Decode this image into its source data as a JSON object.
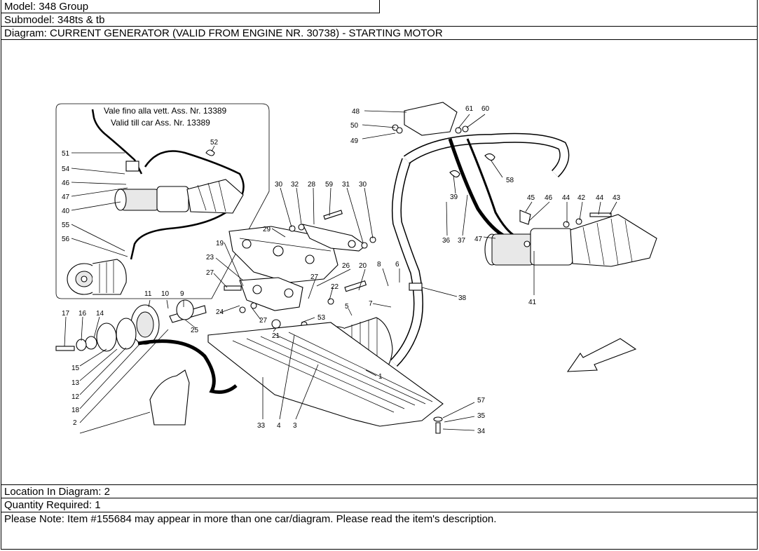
{
  "header": {
    "model": "Model: 348 Group",
    "submodel": "Submodel: 348ts & tb",
    "diagram": "Diagram: CURRENT GENERATOR (VALID FROM ENGINE NR. 30738) - STARTING MOTOR"
  },
  "inset_note": {
    "line1": "Vale fino alla vett. Ass. Nr. 13389",
    "line2": "Valid till car Ass. Nr. 13389"
  },
  "callouts": {
    "c1": "1",
    "c2": "2",
    "c3": "3",
    "c4": "4",
    "c5": "5",
    "c6": "6",
    "c7": "7",
    "c8": "8",
    "c9": "9",
    "c10": "10",
    "c11": "11",
    "c12": "12",
    "c13": "13",
    "c14": "14",
    "c15": "15",
    "c16": "16",
    "c17": "17",
    "c18": "18",
    "c19": "19",
    "c20": "20",
    "c21": "21",
    "c22": "22",
    "c23": "23",
    "c24": "24",
    "c25": "25",
    "c26": "26",
    "c27a": "27",
    "c27b": "27",
    "c27c": "27",
    "c28": "28",
    "c29": "29",
    "c30a": "30",
    "c30b": "30",
    "c31": "31",
    "c32": "32",
    "c33": "33",
    "c34": "34",
    "c35": "35",
    "c36": "36",
    "c37": "37",
    "c38": "38",
    "c39": "39",
    "c40": "40",
    "c41": "41",
    "c42": "42",
    "c43": "43",
    "c44a": "44",
    "c44b": "44",
    "c45": "45",
    "c46a": "46",
    "c46b": "46",
    "c47a": "47",
    "c47b": "47",
    "c48": "48",
    "c49": "49",
    "c50": "50",
    "c51": "51",
    "c52": "52",
    "c53": "53",
    "c54": "54",
    "c55": "55",
    "c56": "56",
    "c57": "57",
    "c58": "58",
    "c59": "59",
    "c60": "60",
    "c61": "61"
  },
  "footer": {
    "location": "Location In Diagram: 2",
    "quantity": "Quantity Required: 1",
    "note": "Please Note: Item #155684 may appear in more than one car/diagram. Please read the item's description."
  }
}
